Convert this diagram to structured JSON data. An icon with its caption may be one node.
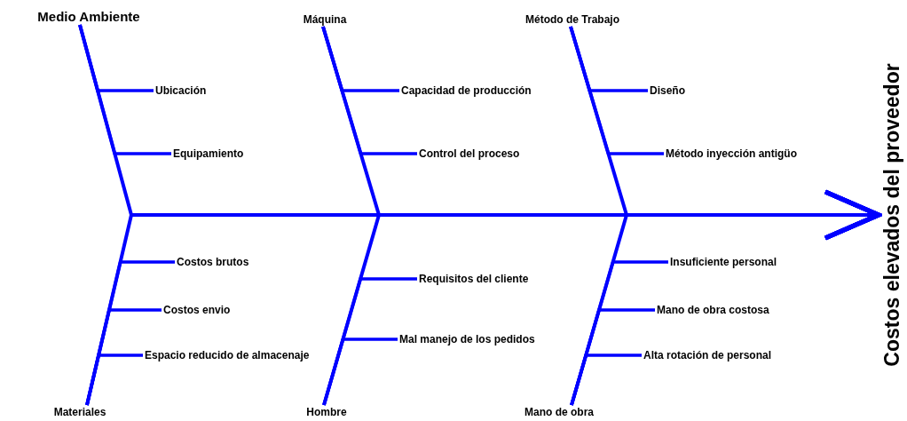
{
  "diagram": {
    "nodes": [
      {
        "text": [
          "Medio Ambiente"
        ]
      },
      {
        "text": [
          "Ubicación"
        ]
      },
      {
        "text": [
          "Equipamiento"
        ]
      },
      {
        "text": [
          "Máquina"
        ]
      },
      {
        "text": [
          "Capacidad de producción"
        ]
      },
      {
        "text": [
          "Control del proceso"
        ]
      },
      {
        "text": [
          "Método de Trabajo"
        ]
      },
      {
        "text": [
          "Diseño"
        ]
      },
      {
        "text": [
          "Método inyección antigüo"
        ]
      },
      {
        "text": [
          "Costos brutos"
        ]
      },
      {
        "text": [
          "Costos envio"
        ]
      },
      {
        "text": [
          "Espacio reducido de almacenaje"
        ]
      },
      {
        "text": [
          "Materiales"
        ]
      },
      {
        "text": [
          "Requisitos del cliente"
        ]
      },
      {
        "text": [
          "Mal manejo de los pedidos"
        ]
      },
      {
        "text": [
          "Hombre"
        ]
      },
      {
        "text": [
          "Insuficiente personal"
        ]
      },
      {
        "text": [
          "Mano de obra costosa"
        ]
      },
      {
        "text": [
          "Alta rotación de personal"
        ]
      },
      {
        "text": [
          "Mano de obra"
        ]
      },
      {
        "text": [
          "Costos elevados del proveedor"
        ]
      }
    ],
    "edges": [
      {
        "from": 1,
        "to": 0,
        "arrow": "none"
      },
      {
        "from": 2,
        "to": 0,
        "arrow": "none"
      },
      {
        "from": 4,
        "to": 3,
        "arrow": "none"
      },
      {
        "from": 5,
        "to": 3,
        "arrow": "none"
      },
      {
        "from": 7,
        "to": 6,
        "arrow": "none"
      },
      {
        "from": 8,
        "to": 6,
        "arrow": "none"
      },
      {
        "from": 9,
        "to": 12,
        "arrow": "none"
      },
      {
        "from": 10,
        "to": 12,
        "arrow": "none"
      },
      {
        "from": 11,
        "to": 12,
        "arrow": "none"
      },
      {
        "from": 13,
        "to": 15,
        "arrow": "none"
      },
      {
        "from": 14,
        "to": 15,
        "arrow": "none"
      },
      {
        "from": 16,
        "to": 19,
        "arrow": "none"
      },
      {
        "from": 17,
        "to": 19,
        "arrow": "none"
      },
      {
        "from": 18,
        "to": 19,
        "arrow": "none"
      },
      {
        "from": 0,
        "to": 20,
        "arrow": "to"
      },
      {
        "from": 3,
        "to": 20,
        "arrow": "to"
      },
      {
        "from": 6,
        "to": 20,
        "arrow": "to"
      },
      {
        "from": 12,
        "to": 20,
        "arrow": "to"
      },
      {
        "from": 15,
        "to": 20,
        "arrow": "to"
      },
      {
        "from": 19,
        "to": 20,
        "arrow": "to"
      }
    ]
  }
}
